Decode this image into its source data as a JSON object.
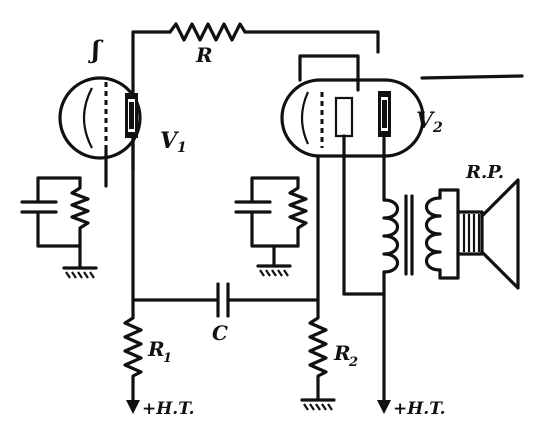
{
  "labels": {
    "R": "R",
    "V1": "V",
    "V1_sub": "1",
    "V2": "V",
    "V2_sub": "2",
    "RP": "R.P.",
    "C": "C",
    "R1": "R",
    "R1_sub": "1",
    "R2": "R",
    "R2_sub": "2",
    "filament": "ʃ",
    "HT1": "+H.T.",
    "HT2": "+H.T."
  }
}
